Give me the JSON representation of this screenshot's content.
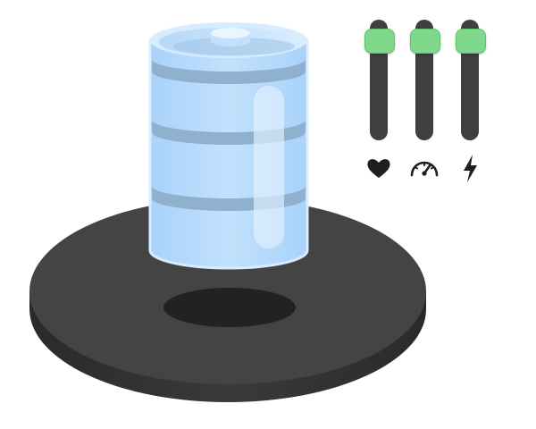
{
  "colors": {
    "background": "#ffffff",
    "base_top": "#444444",
    "base_side": "#2b2b2b",
    "base_hole": "#222222",
    "battery_fill": "#b9dcfc",
    "battery_band": "#8fb1cd",
    "battery_edge": "#d7ecfe",
    "battery_highlight": "#e4f1ff",
    "track": "#3f3f3f",
    "knob": "#7fd88c",
    "knob_edge": "#5cc46a",
    "icon": "#1f1f1f"
  },
  "battery": {
    "segments": 3
  },
  "sliders": [
    {
      "id": "health",
      "icon": "heart-icon",
      "level": 1.0
    },
    {
      "id": "speed",
      "icon": "speedometer-icon",
      "level": 1.0
    },
    {
      "id": "power",
      "icon": "lightning-bolt-icon",
      "level": 1.0
    }
  ]
}
